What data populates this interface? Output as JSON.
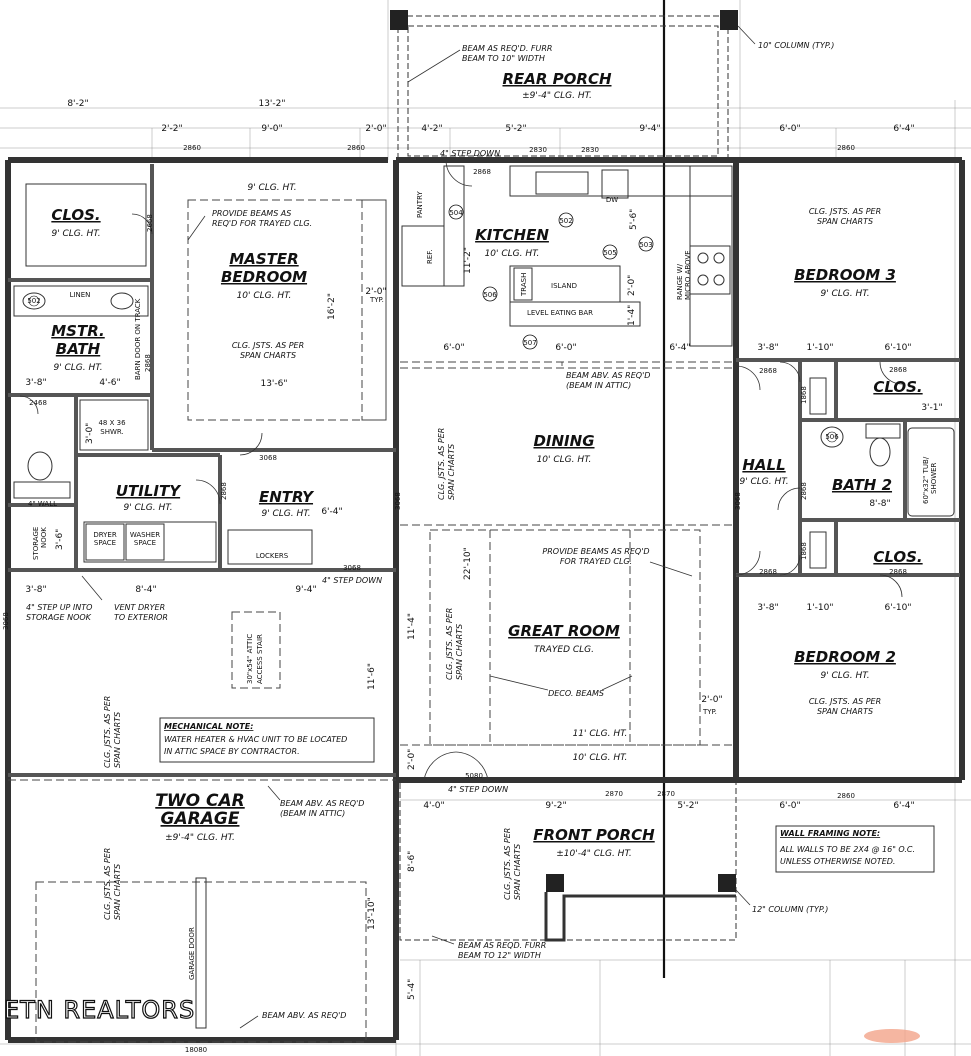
{
  "rooms": {
    "rear_porch": {
      "name": "REAR PORCH",
      "note": "±9'-4\" CLG. HT."
    },
    "closet_master": {
      "name": "CLOS.",
      "note": "9' CLG. HT."
    },
    "master_bedroom": {
      "name1": "MASTER",
      "name2": "BEDROOM",
      "note": "10' CLG. HT.",
      "ceiling": "9' CLG. HT.",
      "joists1": "CLG. JSTS. AS PER",
      "joists2": "SPAN CHARTS",
      "beams1": "PROVIDE BEAMS AS",
      "beams2": "REQ'D FOR TRAYED CLG."
    },
    "master_bath": {
      "name1": "MSTR.",
      "name2": "BATH",
      "note": "9' CLG. HT.",
      "linen": "LINEN",
      "shower1": "48 X 36",
      "shower2": "SHWR.",
      "barn": "BARN DOOR ON TRACK"
    },
    "kitchen": {
      "name": "KITCHEN",
      "note": "10' CLG. HT.",
      "island": "ISLAND",
      "trash": "TRASH",
      "bar": "LEVEL EATING BAR",
      "pantry": "PANTRY",
      "ref": "REF.",
      "dw": "DW",
      "range1": "RANGE W/",
      "range2": "MICRO ABOVE"
    },
    "dining": {
      "name": "DINING",
      "note": "10' CLG. HT.",
      "beam1": "BEAM ABV. AS REQ'D",
      "beam2": "(BEAM IN ATTIC)"
    },
    "bedroom3": {
      "name": "BEDROOM 3",
      "note": "9' CLG. HT.",
      "joists1": "CLG. JSTS. AS PER",
      "joists2": "SPAN CHARTS"
    },
    "closet_b3": {
      "name": "CLOS."
    },
    "hall": {
      "name": "HALL",
      "note": "9' CLG. HT."
    },
    "bath2": {
      "name": "BATH 2",
      "tub1": "60\"x32\" TUB/",
      "tub2": "SHOWER"
    },
    "closet_b2": {
      "name": "CLOS."
    },
    "bedroom2": {
      "name": "BEDROOM 2",
      "note": "9' CLG. HT.",
      "joists1": "CLG. JSTS. AS PER",
      "joists2": "SPAN CHARTS"
    },
    "utility": {
      "name": "UTILITY",
      "note": "9' CLG. HT.",
      "dryer1": "DRYER",
      "dryer2": "SPACE",
      "washer1": "WASHER",
      "washer2": "SPACE"
    },
    "entry": {
      "name": "ENTRY",
      "note": "9' CLG. HT.",
      "lockers": "LOCKERS"
    },
    "storage": {
      "name1": "STORAGE",
      "name2": "NOOK"
    },
    "great_room": {
      "name": "GREAT ROOM",
      "note": "TRAYED CLG.",
      "ceiling": "11' CLG. HT.",
      "ceiling2": "10' CLG. HT.",
      "deco": "DECO. BEAMS",
      "beams1": "PROVIDE BEAMS AS REQ'D",
      "beams2": "FOR TRAYED CLG."
    },
    "garage": {
      "name1": "TWO CAR",
      "name2": "GARAGE",
      "note": "±9'-4\" CLG. HT.",
      "door": "GARAGE DOOR",
      "beam1": "BEAM ABV. AS REQ'D",
      "beam2": "(BEAM IN ATTIC)",
      "beam3": "BEAM ABV. AS REQ'D"
    },
    "front_porch": {
      "name": "FRONT PORCH",
      "note": "±10'-4\" CLG. HT."
    }
  },
  "notes": {
    "mechanical_title": "MECHANICAL NOTE:",
    "mechanical_1": "WATER HEATER & HVAC UNIT TO BE LOCATED",
    "mechanical_2": "IN ATTIC SPACE BY CONTRACTOR.",
    "framing_title": "WALL FRAMING NOTE:",
    "framing_1": "ALL WALLS TO BE 2X4 @ 16\" O.C.",
    "framing_2": "UNLESS OTHERWISE NOTED.",
    "rear_beam1": "BEAM AS REQ'D. FURR",
    "rear_beam2": "BEAM TO 10\" WIDTH",
    "column10": "10\" COLUMN (TYP.)",
    "column12": "12\" COLUMN (TYP.)",
    "front_beam1": "BEAM AS REQD. FURR",
    "front_beam2": "BEAM TO 12\" WIDTH",
    "step_down": "4\" STEP DOWN",
    "step_up1": "4\" STEP UP INTO",
    "step_up2": "STORAGE NOOK",
    "vent1": "VENT DRYER",
    "vent2": "TO EXTERIOR",
    "attic1": "30\"x54\" ATTIC",
    "attic2": "ACCESS STAIR",
    "wall": "4\" WALL",
    "typ": "TYP.",
    "garage_joists1": "CLG. JSTS. AS PER",
    "garage_joists2": "SPAN CHARTS",
    "dining_joists1": "CLG. JSTS. AS PER",
    "dining_joists2": "SPAN CHARTS"
  },
  "dimensions": {
    "top_a": "8'-2\"",
    "top_b": "13'-2\"",
    "top_c": "2'-2\"",
    "top_d": "9'-0\"",
    "top_e": "2'-0\"",
    "top_f": "4'-2\"",
    "top_g": "5'-2\"",
    "top_h": "9'-4\"",
    "top_i": "6'-0\"",
    "top_j": "6'-4\"",
    "mb_width": "13'-6\"",
    "mb_height": "16'-2\"",
    "mb_tray": "2'-0\"",
    "k_height": "11'-2\"",
    "k_6a": "6'-0\"",
    "k_6b": "6'-0\"",
    "k_64": "6'-4\"",
    "k_56": "5'-6\"",
    "k_20": "2'-0\"",
    "k_14": "1'-4\"",
    "mbath_38": "3'-8\"",
    "mbath_46": "4'-6\"",
    "shwr_30": "3'-0\"",
    "hall_38a": "3'-8\"",
    "hall_110a": "1'-10\"",
    "hall_610a": "6'-10\"",
    "hall_31": "3'-1\"",
    "hall_88": "8'-8\"",
    "hall_38b": "3'-8\"",
    "hall_110b": "1'-10\"",
    "hall_610b": "6'-10\"",
    "entry_64": "6'-4\"",
    "storage_36": "3'-6\"",
    "g_38": "3'-8\"",
    "g_84": "8'-4\"",
    "g_94": "9'-4\"",
    "g_116": "11'-6\"",
    "g_1310": "13'-10\"",
    "g_54": "5'-4\"",
    "gr_114": "11'-4\"",
    "gr_2210": "22'-10\"",
    "gr_20": "2'-0\"",
    "gr_20b": "2'-0\"",
    "fp_40": "4'-0\"",
    "fp_92": "9'-2\"",
    "fp_52": "5'-2\"",
    "fp_60": "6'-0\"",
    "fp_64": "6'-4\"",
    "fp_86": "8'-6\""
  },
  "doors": {
    "d2860a": "2860",
    "d2860b": "2860",
    "d2830a": "2830",
    "d2830b": "2830",
    "d2860c": "2860",
    "d2868a": "2868",
    "d2868b": "2868",
    "d2868c": "2868",
    "d2868d": "2868",
    "d2868e": "2868",
    "d2868f": "2868",
    "d2868g": "2868",
    "d2868h": "2868",
    "d2868i": "2868",
    "d2868j": "2868",
    "d2468a": "2468",
    "d2468b": "2468",
    "d2668": "2668",
    "d3068a": "3068",
    "d3068b": "3068",
    "d3068c": "3068",
    "d3068d": "3068",
    "d3068e": "3068",
    "d1868a": "1868",
    "d1868b": "1868",
    "d5080": "5080",
    "d2870a": "2870",
    "d2870b": "2870",
    "d2860d": "2860",
    "d2860e": "2860",
    "d18080": "18080"
  },
  "tags": {
    "t504": "504",
    "t502": "502",
    "t505": "505",
    "t503": "503",
    "t506": "506",
    "t507": "507",
    "t502b": "502",
    "t506b": "506"
  },
  "watermark": "ETN REALTORS"
}
